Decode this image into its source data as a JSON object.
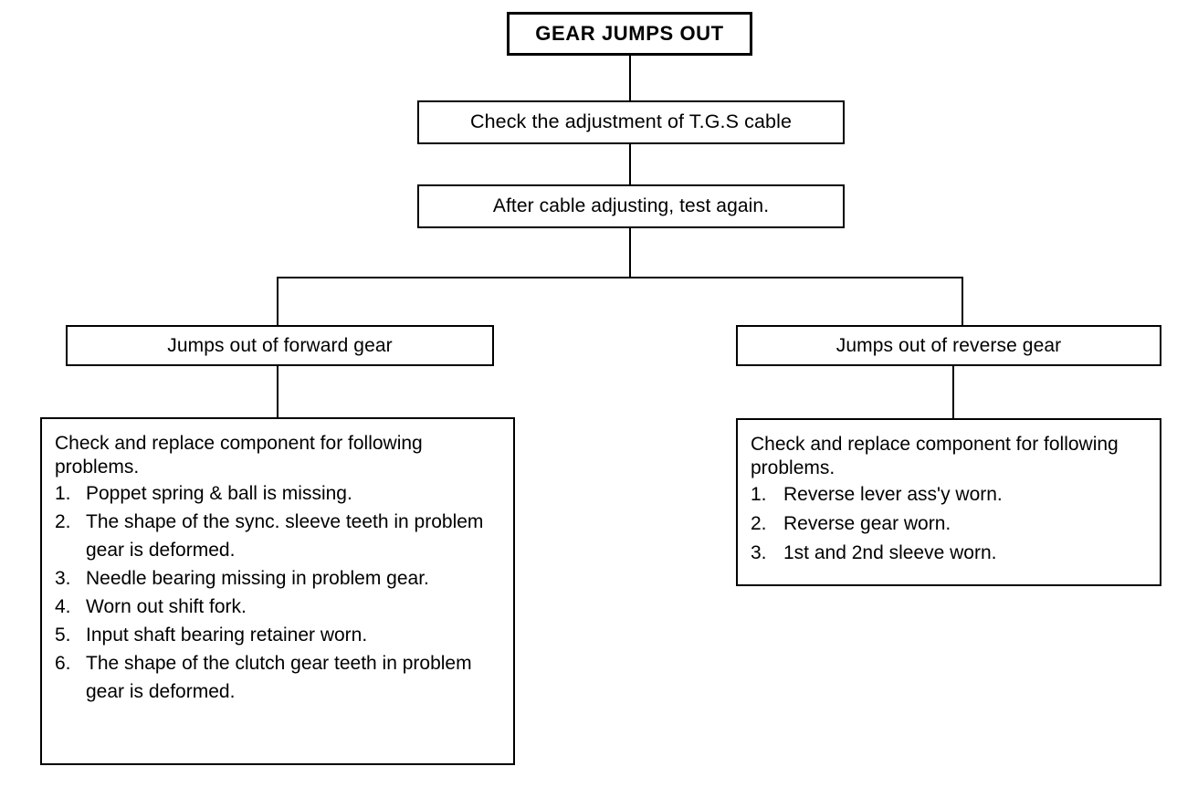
{
  "diagram": {
    "title_box": {
      "label": "GEAR JUMPS OUT"
    },
    "step_boxes": [
      {
        "label": "Check the adjustment of T.G.S cable"
      },
      {
        "label": "After cable adjusting, test again."
      }
    ],
    "branches": {
      "left": {
        "header": "Jumps out of forward gear",
        "detail": {
          "intro": "Check and replace component for following problems.",
          "items": [
            {
              "num": "1.",
              "text": "Poppet spring & ball is missing."
            },
            {
              "num": "2.",
              "text": "The shape of the sync. sleeve teeth in problem gear is deformed."
            },
            {
              "num": "3.",
              "text": "Needle bearing missing in problem gear."
            },
            {
              "num": "4.",
              "text": "Worn out shift fork."
            },
            {
              "num": "5.",
              "text": "Input shaft bearing retainer worn."
            },
            {
              "num": "6.",
              "text": "The shape of the clutch gear teeth in problem gear is deformed."
            }
          ]
        }
      },
      "right": {
        "header": "Jumps out of reverse gear",
        "detail": {
          "intro": "Check and replace component for following problems.",
          "items": [
            {
              "num": "1.",
              "text": "Reverse lever ass'y worn."
            },
            {
              "num": "2.",
              "text": "Reverse gear worn."
            },
            {
              "num": "3.",
              "text": "1st and 2nd sleeve worn."
            }
          ]
        }
      }
    },
    "colors": {
      "line": "#000000",
      "background": "#ffffff",
      "text": "#000000"
    }
  }
}
